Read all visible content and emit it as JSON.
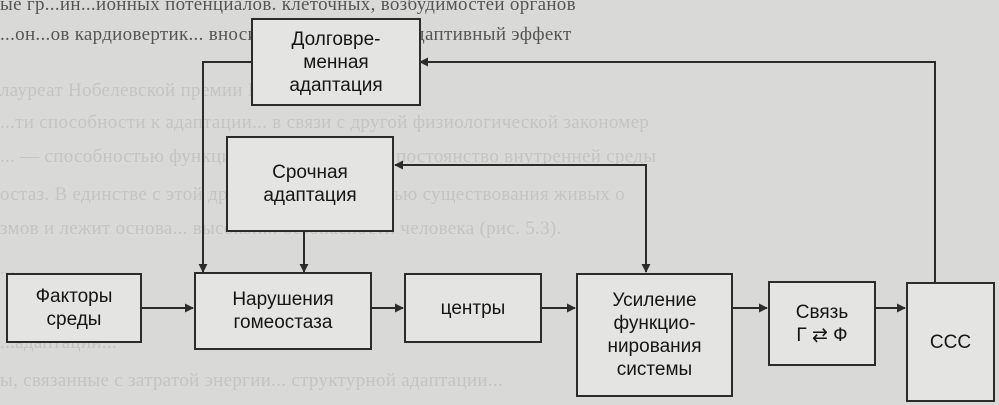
{
  "background_text": [
    "ые гр...ин...ионных потенциалов. клеточных, возбудимостей органов",
    "...он...ов кардиовертик... вносит...р...ок...вклад в адаптивный эффект",
    "лауреат Нобелевской премии Г. Селье.",
    "...ти способности к адаптации... в связи с другой физиологической закономер",
    "... — способностью функциональных систем... постоянство внутренней среды",
    "остаз. В единстве с этой другой закономерностью существования живых о",
    "змов и лежит основа... высокой... безопасности человека (рис. 5.3).",
    "...",
    "...адаптации...",
    "ы, связанные с затратой энергии... структурной адаптации..."
  ],
  "diagram": {
    "nodes": {
      "long_term": "Долговре-\nменная\nадаптация",
      "urgent": "Срочная\nадаптация",
      "env_factors": "Факторы\nсреды",
      "homeostasis": "Нарушения\nгомеостаза",
      "centers": "центры",
      "enhancement": "Усиление\nфункцио-\nнирования\nсистемы",
      "link": "Связь\nГ ⇄ Ф",
      "ccc": "ССС"
    },
    "colors": {
      "line": "#2b2b2b",
      "box_fill": "#e4e4e2",
      "page": "#d9d9d7"
    }
  }
}
